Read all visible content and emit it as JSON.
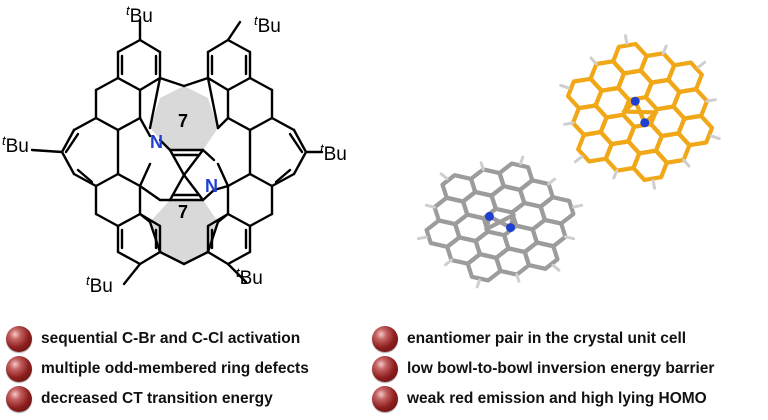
{
  "molecule": {
    "substituent_sup": "t",
    "substituent": "Bu",
    "nitrogen": "N",
    "ring_label": "7"
  },
  "colors": {
    "nitrogen": "#1f3fd0",
    "ring_fill": "#d9d9d9",
    "enantiomer_a": "#f0a818",
    "enantiomer_b": "#9c9c9c",
    "bullet": "#8e1f1f"
  },
  "bullets_left": [
    "sequential C-Br and C-Cl activation",
    "multiple odd-membered ring defects",
    "decreased CT transition energy"
  ],
  "bullets_right": [
    "enantiomer pair in the crystal unit cell",
    "low bowl-to-bowl inversion energy barrier",
    "weak red emission and high lying HOMO"
  ]
}
